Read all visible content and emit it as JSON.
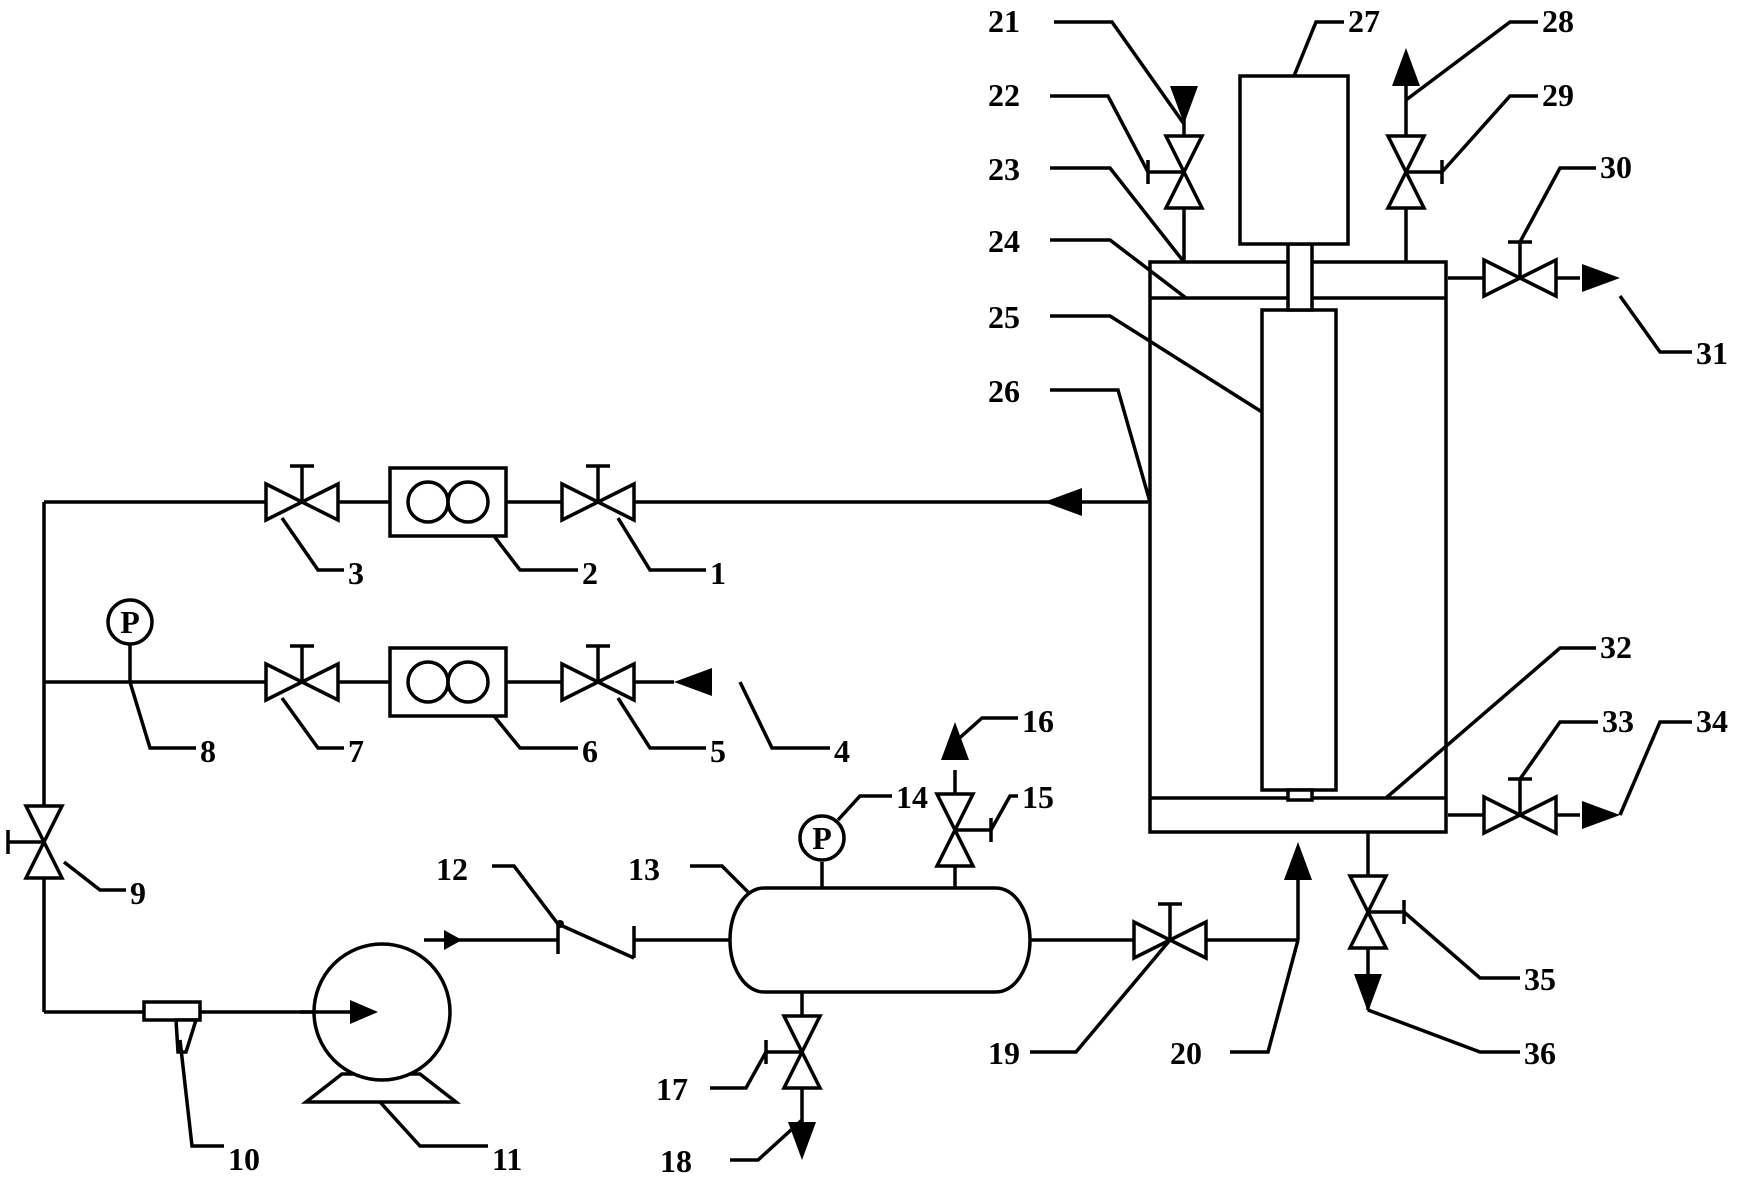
{
  "diagram": {
    "labels": {
      "l1": "1",
      "l2": "2",
      "l3": "3",
      "l4": "4",
      "l5": "5",
      "l6": "6",
      "l7": "7",
      "l8": "8",
      "l9": "9",
      "l10": "10",
      "l11": "11",
      "l12": "12",
      "l13": "13",
      "l14": "14",
      "l15": "15",
      "l16": "16",
      "l17": "17",
      "l18": "18",
      "l19": "19",
      "l20": "20",
      "l21": "21",
      "l22": "22",
      "l23": "23",
      "l24": "24",
      "l25": "25",
      "l26": "26",
      "l27": "27",
      "l28": "28",
      "l29": "29",
      "l30": "30",
      "l31": "31",
      "l32": "32",
      "l33": "33",
      "l34": "34",
      "l35": "35",
      "l36": "36"
    },
    "gauge_symbol": "P"
  }
}
